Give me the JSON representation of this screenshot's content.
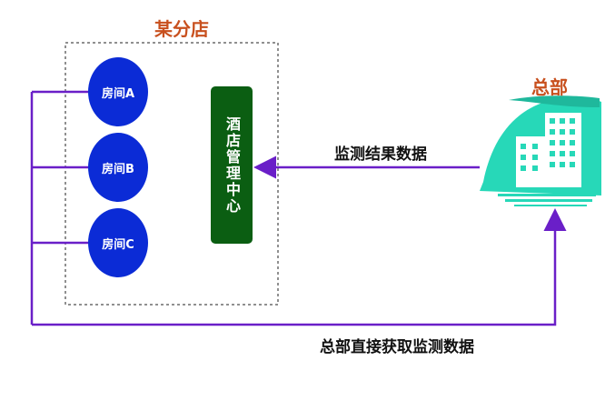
{
  "branch": {
    "title": "某分店",
    "rooms": [
      "房间A",
      "房间B",
      "房间C"
    ],
    "management_center": "酒店管理中心"
  },
  "hq": {
    "title": "总部"
  },
  "edges": {
    "monitor_results": "监测结果数据",
    "direct_fetch": "总部直接获取监测数据"
  },
  "colors": {
    "room_fill": "#0b2bd6",
    "mgmt_fill": "#0b5e12",
    "line": "#6a1fc8",
    "title": "#c8501e",
    "building": "#27d8b8"
  }
}
